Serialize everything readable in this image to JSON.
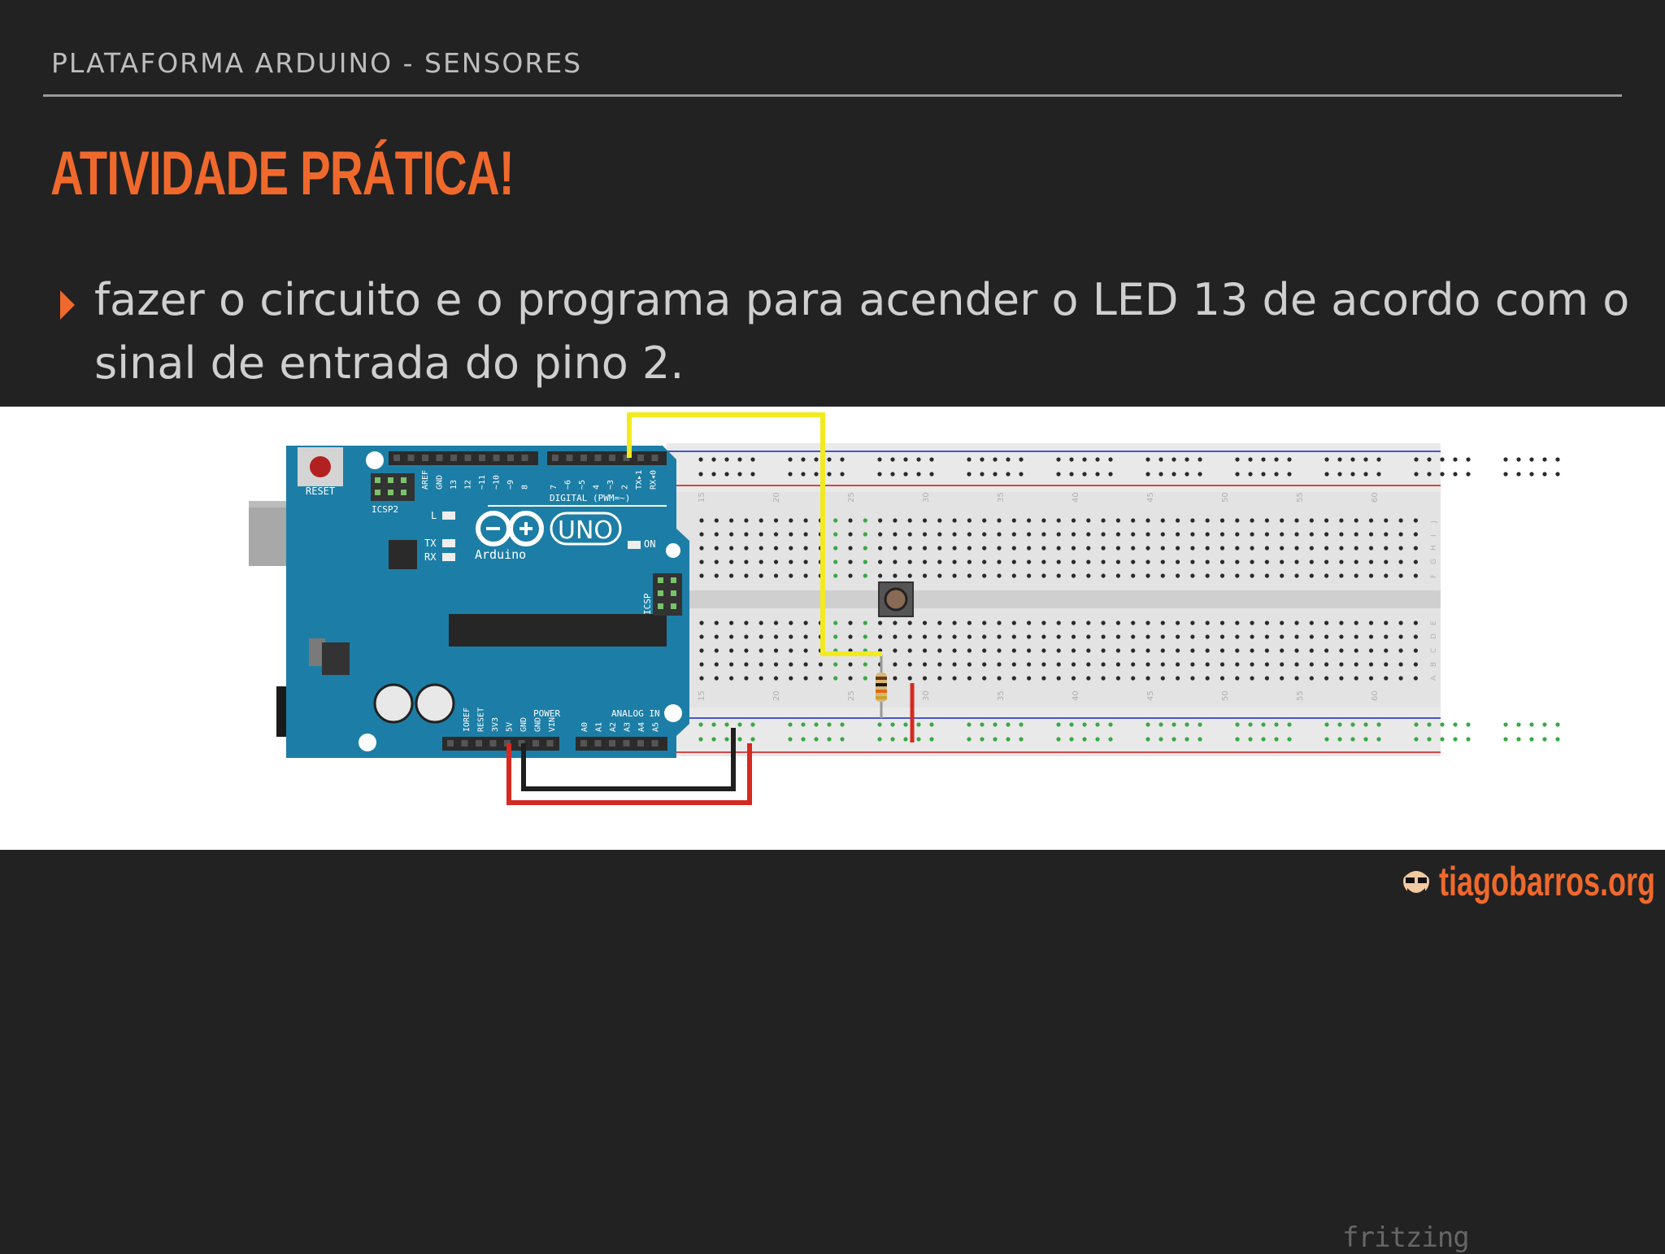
{
  "slide": {
    "header": "PLATAFORMA ARDUINO - SENSORES",
    "title": "ATIVIDADE PRÁTICA!",
    "bullet": "fazer o circuito e o programa para acender o LED 13 de acordo com o sinal de entrada do pino 2."
  },
  "figure": {
    "credit": "fritzing",
    "board": {
      "reset_label": "RESET",
      "icsp2_label": "ICSP2",
      "icsp_label": "ICSP",
      "digital_label": "DIGITAL (PWM=~)",
      "l_label": "L",
      "tx_label": "TX",
      "rx_label": "RX",
      "on_label": "ON",
      "uno_label": "UNO",
      "brand_label": "Arduino",
      "power_label": "POWER",
      "analog_label": "ANALOG IN",
      "top_pins": [
        "AREF",
        "GND",
        "13",
        "12",
        "~11",
        "~10",
        "~9",
        "8",
        "7",
        "~6",
        "~5",
        "4",
        "~3",
        "2",
        "TX▸1",
        "RX◂0"
      ],
      "bottom_power_pins": [
        "IOREF",
        "RESET",
        "3V3",
        "5V",
        "GND",
        "GND",
        "VIN"
      ],
      "bottom_analog_pins": [
        "A0",
        "A1",
        "A2",
        "A3",
        "A4",
        "A5"
      ]
    },
    "breadboard": {
      "column_numbers": [
        "15",
        "20",
        "25",
        "30",
        "35",
        "40",
        "45",
        "50",
        "55",
        "60"
      ],
      "row_letters_top": [
        "J",
        "I",
        "H",
        "G",
        "F"
      ],
      "row_letters_bottom": [
        "E",
        "D",
        "C",
        "B",
        "A"
      ]
    }
  },
  "branding": {
    "site": "tiagobarros.org",
    "logo_icon": "avatar-icon"
  },
  "colors": {
    "accent": "#f0692c",
    "background": "#222222",
    "board": "#1c7ea6",
    "wire_yellow": "#f2ea21",
    "wire_red": "#d42a20",
    "wire_black": "#1f1f1f"
  }
}
